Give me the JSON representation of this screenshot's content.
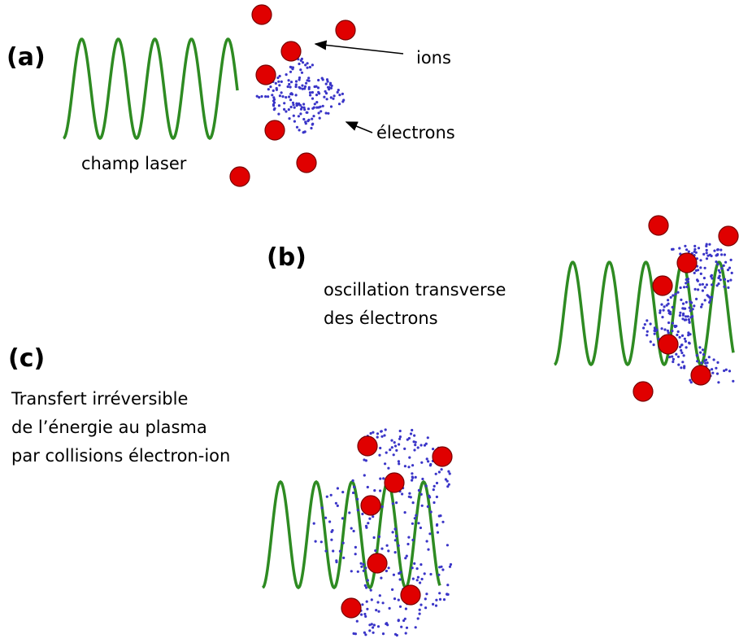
{
  "colors": {
    "wave": "#2e8b22",
    "ion": "#e00000",
    "ion_outline": "#7a0000",
    "electron": "#3a35c8",
    "text": "#000000"
  },
  "panel_a": {
    "label": "(a)",
    "wave_caption": "champ laser",
    "ions_label": "ions",
    "electrons_label": "électrons"
  },
  "panel_b": {
    "label": "(b)",
    "caption_line1": "oscillation transverse",
    "caption_line2": "des électrons"
  },
  "panel_c": {
    "label": "(c)",
    "caption_line1": "Transfert irréversible",
    "caption_line2": "de l’énergie au  plasma",
    "caption_line3": "par  collisions électron-ion"
  }
}
